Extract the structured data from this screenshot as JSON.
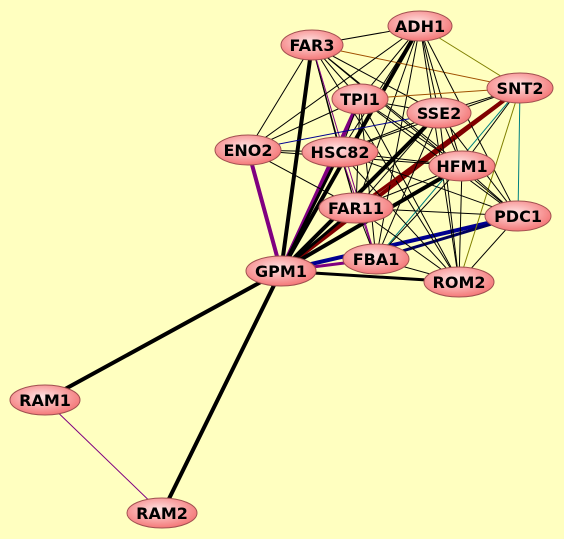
{
  "colors": {
    "background": "#ffffc0",
    "node_fill_light": "#ffe4e4",
    "node_fill_dark": "#f47878",
    "edge_black": "#000000",
    "edge_darkred": "#800000",
    "edge_purple": "#800080",
    "edge_blue": "#000090",
    "edge_navy": "#000060",
    "edge_olive": "#808000",
    "edge_teal": "#008080",
    "edge_brown": "#a05000",
    "edge_gray": "#707070"
  },
  "nodes": [
    {
      "id": "ADH1",
      "label": "ADH1"
    },
    {
      "id": "FAR3",
      "label": "FAR3"
    },
    {
      "id": "SNT2",
      "label": "SNT2"
    },
    {
      "id": "TPI1",
      "label": "TPI1"
    },
    {
      "id": "SSE2",
      "label": "SSE2"
    },
    {
      "id": "ENO2",
      "label": "ENO2"
    },
    {
      "id": "HSC82",
      "label": "HSC82"
    },
    {
      "id": "HFM1",
      "label": "HFM1"
    },
    {
      "id": "FAR11",
      "label": "FAR11"
    },
    {
      "id": "PDC1",
      "label": "PDC1"
    },
    {
      "id": "FBA1",
      "label": "FBA1"
    },
    {
      "id": "GPM1",
      "label": "GPM1"
    },
    {
      "id": "ROM2",
      "label": "ROM2"
    },
    {
      "id": "RAM1",
      "label": "RAM1"
    },
    {
      "id": "RAM2",
      "label": "RAM2"
    }
  ],
  "edges": [
    {
      "source": "GPM1",
      "target": "RAM1",
      "weight": 4,
      "color": "edge_black"
    },
    {
      "source": "GPM1",
      "target": "RAM2",
      "weight": 4,
      "color": "edge_black"
    },
    {
      "source": "RAM1",
      "target": "RAM2",
      "weight": 1,
      "color": "edge_purple"
    },
    {
      "source": "GPM1",
      "target": "ENO2",
      "weight": 4,
      "color": "edge_purple"
    },
    {
      "source": "GPM1",
      "target": "FAR3",
      "weight": 4,
      "color": "edge_black"
    },
    {
      "source": "GPM1",
      "target": "ADH1",
      "weight": 4,
      "color": "edge_black"
    },
    {
      "source": "GPM1",
      "target": "TPI1",
      "weight": 4,
      "color": "edge_purple"
    },
    {
      "source": "GPM1",
      "target": "SSE2",
      "weight": 4,
      "color": "edge_black"
    },
    {
      "source": "GPM1",
      "target": "SNT2",
      "weight": 4,
      "color": "edge_darkred"
    },
    {
      "source": "GPM1",
      "target": "HSC82",
      "weight": 3,
      "color": "edge_black"
    },
    {
      "source": "GPM1",
      "target": "HFM1",
      "weight": 4,
      "color": "edge_black"
    },
    {
      "source": "GPM1",
      "target": "FAR11",
      "weight": 3,
      "color": "edge_black"
    },
    {
      "source": "GPM1",
      "target": "PDC1",
      "weight": 4,
      "color": "edge_blue"
    },
    {
      "source": "GPM1",
      "target": "FBA1",
      "weight": 3,
      "color": "edge_purple"
    },
    {
      "source": "GPM1",
      "target": "ROM2",
      "weight": 3,
      "color": "edge_black"
    },
    {
      "source": "FBA1",
      "target": "PDC1",
      "weight": 3,
      "color": "edge_navy"
    },
    {
      "source": "FAR3",
      "target": "ADH1",
      "weight": 1,
      "color": "edge_black"
    },
    {
      "source": "FAR3",
      "target": "SNT2",
      "weight": 1,
      "color": "edge_brown"
    },
    {
      "source": "FAR3",
      "target": "TPI1",
      "weight": 1,
      "color": "edge_black"
    },
    {
      "source": "FAR3",
      "target": "SSE2",
      "weight": 1,
      "color": "edge_black"
    },
    {
      "source": "FAR3",
      "target": "ENO2",
      "weight": 1,
      "color": "edge_black"
    },
    {
      "source": "FAR3",
      "target": "HSC82",
      "weight": 1,
      "color": "edge_black"
    },
    {
      "source": "FAR3",
      "target": "HFM1",
      "weight": 1,
      "color": "edge_black"
    },
    {
      "source": "FAR3",
      "target": "FAR11",
      "weight": 1,
      "color": "edge_black"
    },
    {
      "source": "FAR3",
      "target": "PDC1",
      "weight": 1,
      "color": "edge_black"
    },
    {
      "source": "FAR3",
      "target": "FBA1",
      "weight": 1,
      "color": "edge_purple"
    },
    {
      "source": "FAR3",
      "target": "ROM2",
      "weight": 1,
      "color": "edge_black"
    },
    {
      "source": "ADH1",
      "target": "SNT2",
      "weight": 1,
      "color": "edge_olive"
    },
    {
      "source": "ADH1",
      "target": "TPI1",
      "weight": 1,
      "color": "edge_black"
    },
    {
      "source": "ADH1",
      "target": "SSE2",
      "weight": 1,
      "color": "edge_black"
    },
    {
      "source": "ADH1",
      "target": "ENO2",
      "weight": 1,
      "color": "edge_black"
    },
    {
      "source": "ADH1",
      "target": "HSC82",
      "weight": 1,
      "color": "edge_black"
    },
    {
      "source": "ADH1",
      "target": "HFM1",
      "weight": 1,
      "color": "edge_black"
    },
    {
      "source": "ADH1",
      "target": "FAR11",
      "weight": 1,
      "color": "edge_black"
    },
    {
      "source": "ADH1",
      "target": "PDC1",
      "weight": 1,
      "color": "edge_black"
    },
    {
      "source": "ADH1",
      "target": "FBA1",
      "weight": 1,
      "color": "edge_black"
    },
    {
      "source": "ADH1",
      "target": "ROM2",
      "weight": 1,
      "color": "edge_black"
    },
    {
      "source": "SNT2",
      "target": "TPI1",
      "weight": 1,
      "color": "edge_brown"
    },
    {
      "source": "SNT2",
      "target": "SSE2",
      "weight": 1,
      "color": "edge_black"
    },
    {
      "source": "SNT2",
      "target": "HSC82",
      "weight": 1,
      "color": "edge_black"
    },
    {
      "source": "SNT2",
      "target": "HFM1",
      "weight": 1,
      "color": "edge_black"
    },
    {
      "source": "SNT2",
      "target": "FAR11",
      "weight": 3,
      "color": "edge_darkred"
    },
    {
      "source": "SNT2",
      "target": "PDC1",
      "weight": 1,
      "color": "edge_teal"
    },
    {
      "source": "SNT2",
      "target": "FBA1",
      "weight": 1,
      "color": "edge_teal"
    },
    {
      "source": "SNT2",
      "target": "ROM2",
      "weight": 1,
      "color": "edge_olive"
    },
    {
      "source": "TPI1",
      "target": "SSE2",
      "weight": 1,
      "color": "edge_black"
    },
    {
      "source": "TPI1",
      "target": "ENO2",
      "weight": 1,
      "color": "edge_black"
    },
    {
      "source": "TPI1",
      "target": "HSC82",
      "weight": 1,
      "color": "edge_black"
    },
    {
      "source": "TPI1",
      "target": "HFM1",
      "weight": 1,
      "color": "edge_black"
    },
    {
      "source": "TPI1",
      "target": "FAR11",
      "weight": 1,
      "color": "edge_black"
    },
    {
      "source": "TPI1",
      "target": "PDC1",
      "weight": 1,
      "color": "edge_black"
    },
    {
      "source": "TPI1",
      "target": "FBA1",
      "weight": 1,
      "color": "edge_black"
    },
    {
      "source": "TPI1",
      "target": "ROM2",
      "weight": 1,
      "color": "edge_black"
    },
    {
      "source": "SSE2",
      "target": "ENO2",
      "weight": 1,
      "color": "edge_blue"
    },
    {
      "source": "SSE2",
      "target": "HSC82",
      "weight": 1,
      "color": "edge_black"
    },
    {
      "source": "SSE2",
      "target": "HFM1",
      "weight": 1,
      "color": "edge_black"
    },
    {
      "source": "SSE2",
      "target": "FAR11",
      "weight": 1,
      "color": "edge_black"
    },
    {
      "source": "SSE2",
      "target": "PDC1",
      "weight": 1,
      "color": "edge_black"
    },
    {
      "source": "SSE2",
      "target": "FBA1",
      "weight": 1,
      "color": "edge_black"
    },
    {
      "source": "SSE2",
      "target": "ROM2",
      "weight": 1,
      "color": "edge_black"
    },
    {
      "source": "ENO2",
      "target": "HSC82",
      "weight": 1,
      "color": "edge_black"
    },
    {
      "source": "ENO2",
      "target": "HFM1",
      "weight": 1,
      "color": "edge_black"
    },
    {
      "source": "ENO2",
      "target": "FAR11",
      "weight": 1,
      "color": "edge_black"
    },
    {
      "source": "HSC82",
      "target": "HFM1",
      "weight": 1,
      "color": "edge_black"
    },
    {
      "source": "HSC82",
      "target": "FAR11",
      "weight": 1,
      "color": "edge_black"
    },
    {
      "source": "HSC82",
      "target": "PDC1",
      "weight": 1,
      "color": "edge_black"
    },
    {
      "source": "HSC82",
      "target": "FBA1",
      "weight": 1,
      "color": "edge_purple"
    },
    {
      "source": "HSC82",
      "target": "ROM2",
      "weight": 1,
      "color": "edge_black"
    },
    {
      "source": "HFM1",
      "target": "FAR11",
      "weight": 1,
      "color": "edge_black"
    },
    {
      "source": "HFM1",
      "target": "PDC1",
      "weight": 1,
      "color": "edge_black"
    },
    {
      "source": "HFM1",
      "target": "FBA1",
      "weight": 1,
      "color": "edge_black"
    },
    {
      "source": "HFM1",
      "target": "ROM2",
      "weight": 1,
      "color": "edge_black"
    },
    {
      "source": "FAR11",
      "target": "PDC1",
      "weight": 1,
      "color": "edge_black"
    },
    {
      "source": "FAR11",
      "target": "FBA1",
      "weight": 1,
      "color": "edge_black"
    },
    {
      "source": "FAR11",
      "target": "ROM2",
      "weight": 1,
      "color": "edge_black"
    },
    {
      "source": "PDC1",
      "target": "ROM2",
      "weight": 1,
      "color": "edge_black"
    },
    {
      "source": "FBA1",
      "target": "ROM2",
      "weight": 1,
      "color": "edge_black"
    }
  ]
}
